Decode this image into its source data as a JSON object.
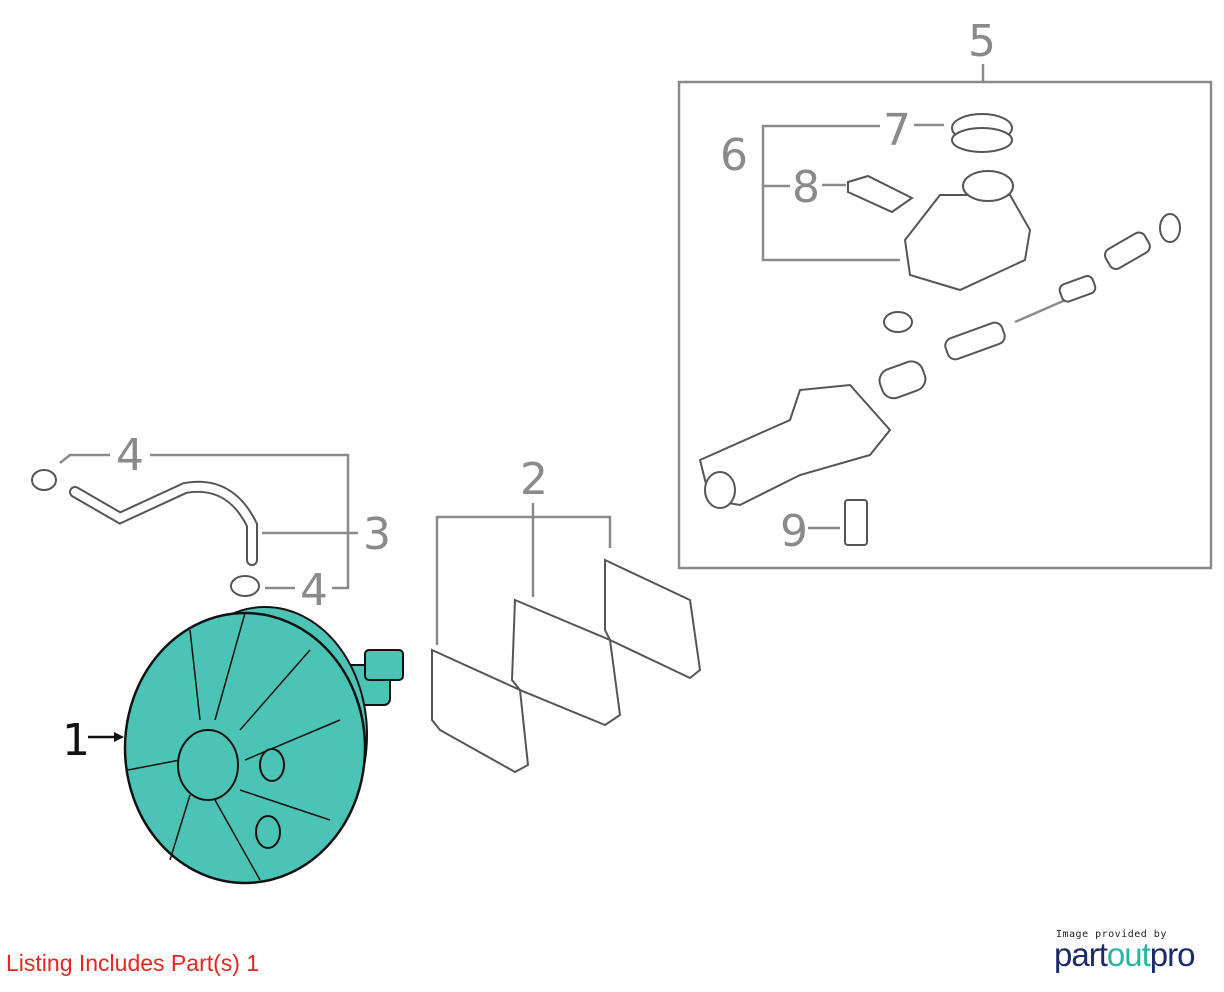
{
  "callouts": {
    "c1": "1",
    "c2": "2",
    "c3": "3",
    "c4a": "4",
    "c4b": "4",
    "c5": "5",
    "c6": "6",
    "c7": "7",
    "c8": "8",
    "c9": "9"
  },
  "listing_text": "Listing Includes Part(s) 1",
  "credit": {
    "caption": "Image provided by",
    "logo_a": "part",
    "logo_b": "out",
    "logo_c": "pro"
  },
  "colors": {
    "highlight": "#4bc4b6",
    "line": "#8a8a8a",
    "listing": "#e8261e",
    "logo_dark": "#1b2a6b",
    "logo_teal": "#2bb3a3"
  }
}
